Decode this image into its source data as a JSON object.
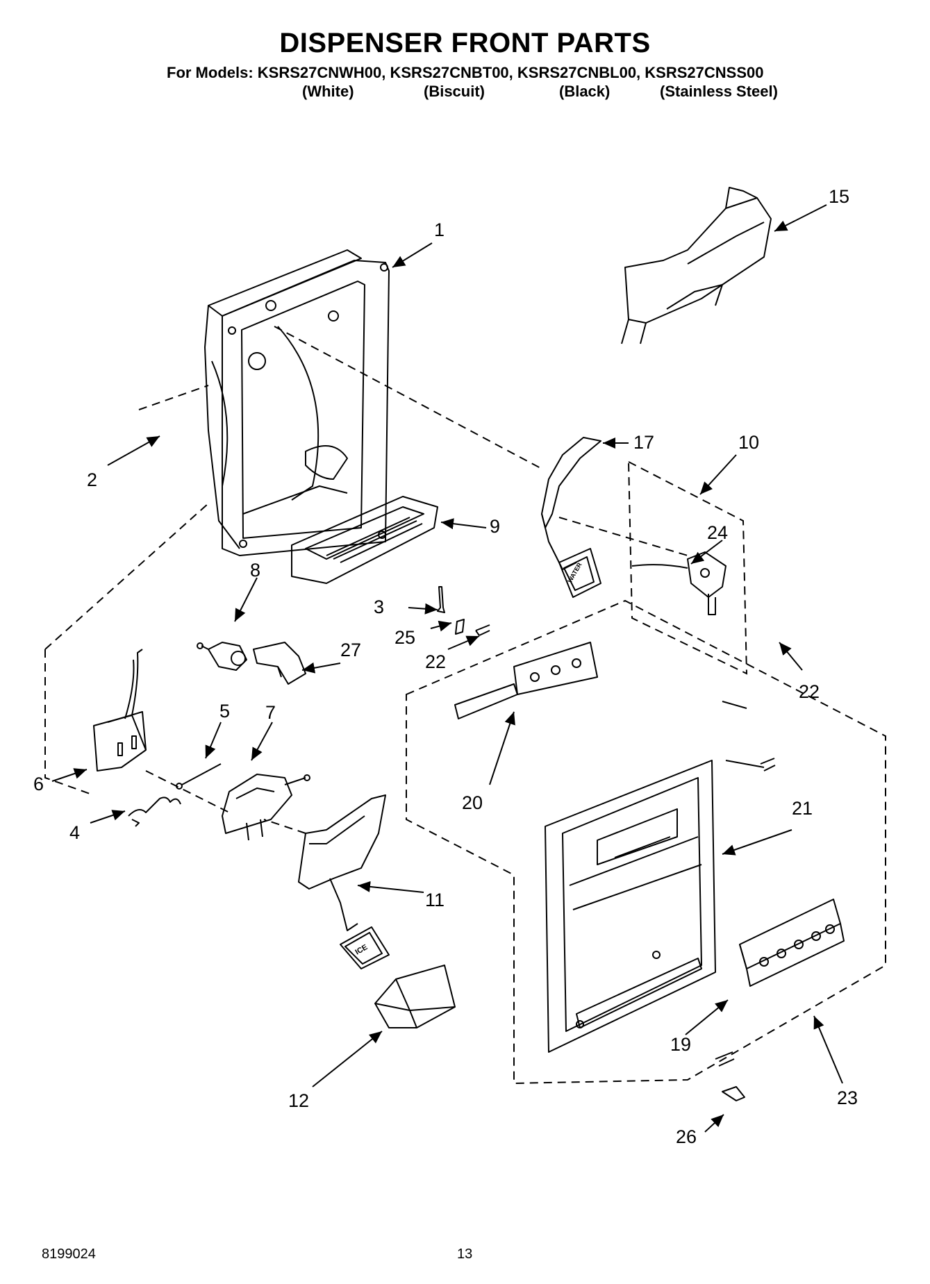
{
  "title": "DISPENSER FRONT PARTS",
  "models_line": "For Models: KSRS27CNWH00, KSRS27CNBT00, KSRS27CNBL00, KSRS27CNSS00",
  "variants": [
    "(White)",
    "(Biscuit)",
    "(Black)",
    "(Stainless Steel)"
  ],
  "callouts": [
    "1",
    "2",
    "3",
    "4",
    "5",
    "6",
    "7",
    "8",
    "9",
    "10",
    "11",
    "12",
    "15",
    "17",
    "19",
    "20",
    "21",
    "22",
    "22",
    "23",
    "24",
    "25",
    "26",
    "27"
  ],
  "button_label_ice": "ICE",
  "button_label_water": "WATER",
  "footer": {
    "doc_number": "8199024",
    "page_number": "13"
  }
}
